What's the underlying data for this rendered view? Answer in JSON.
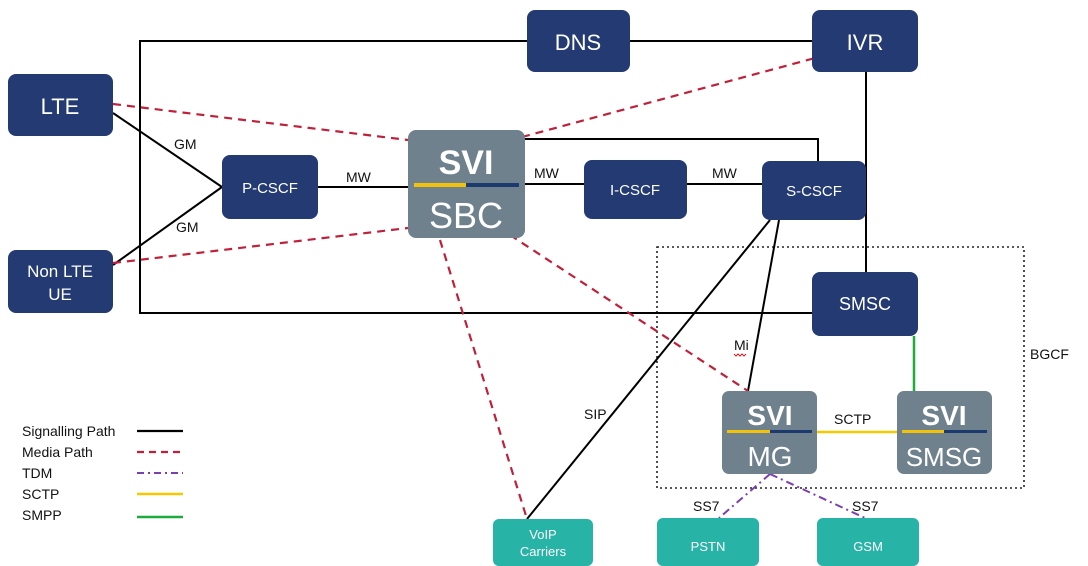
{
  "nodes": {
    "dns": "DNS",
    "ivr": "IVR",
    "lte": "LTE",
    "non_lte_line1": "Non LTE",
    "non_lte_line2": "UE",
    "pcscf": "P-CSCF",
    "icscf": "I-CSCF",
    "scscf": "S-CSCF",
    "smsc": "SMSC",
    "voip_line1": "VoIP",
    "voip_line2": "Carriers",
    "pstn": "PSTN",
    "gsm": "GSM"
  },
  "products": {
    "brand": "SVI",
    "sbc": "SBC",
    "mg": "MG",
    "smsg": "SMSG"
  },
  "link_labels": {
    "gm_top": "GM",
    "gm_bottom": "GM",
    "mw_1": "MW",
    "mw_2": "MW",
    "mw_3": "MW",
    "mi": "Mi",
    "sip": "SIP",
    "sctp": "SCTP",
    "ss7_left": "SS7",
    "ss7_right": "SS7",
    "bgcf": "BGCF"
  },
  "legend": [
    {
      "label": "Signalling Path",
      "color": "#000000",
      "style": "solid"
    },
    {
      "label": "Media Path",
      "color": "#c0203a",
      "style": "dashed"
    },
    {
      "label": "TDM",
      "color": "#7a3fb0",
      "style": "dashdot"
    },
    {
      "label": "SCTP",
      "color": "#f5c800",
      "style": "solid"
    },
    {
      "label": "SMPP",
      "color": "#1eaa3c",
      "style": "solid"
    }
  ],
  "colors": {
    "node": "#233a72",
    "product": "#6f818d",
    "teal": "#27b3a6",
    "brand_yellow": "#f2c20a",
    "brand_navy": "#1d3a6e"
  }
}
